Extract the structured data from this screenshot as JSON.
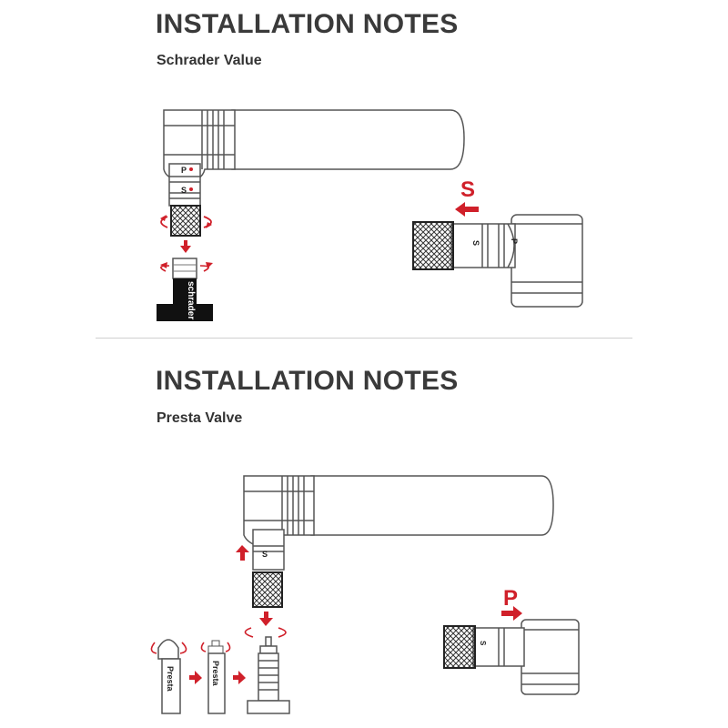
{
  "sections": [
    {
      "title": "INSTALLATION NOTES",
      "subtitle": "Schrader Value",
      "valve_label": "schrader",
      "head_marks": [
        "P",
        "S"
      ],
      "mode_indicator": "S",
      "colors": {
        "accent": "#d0202a",
        "ink": "#222222",
        "outline": "#555555"
      }
    },
    {
      "title": "INSTALLATION NOTES",
      "subtitle": "Presta Valve",
      "valve_labels": [
        "Presta",
        "Presta"
      ],
      "head_marks": [
        "S"
      ],
      "mode_indicator": "P",
      "colors": {
        "accent": "#d0202a",
        "ink": "#222222",
        "outline": "#555555"
      }
    }
  ]
}
